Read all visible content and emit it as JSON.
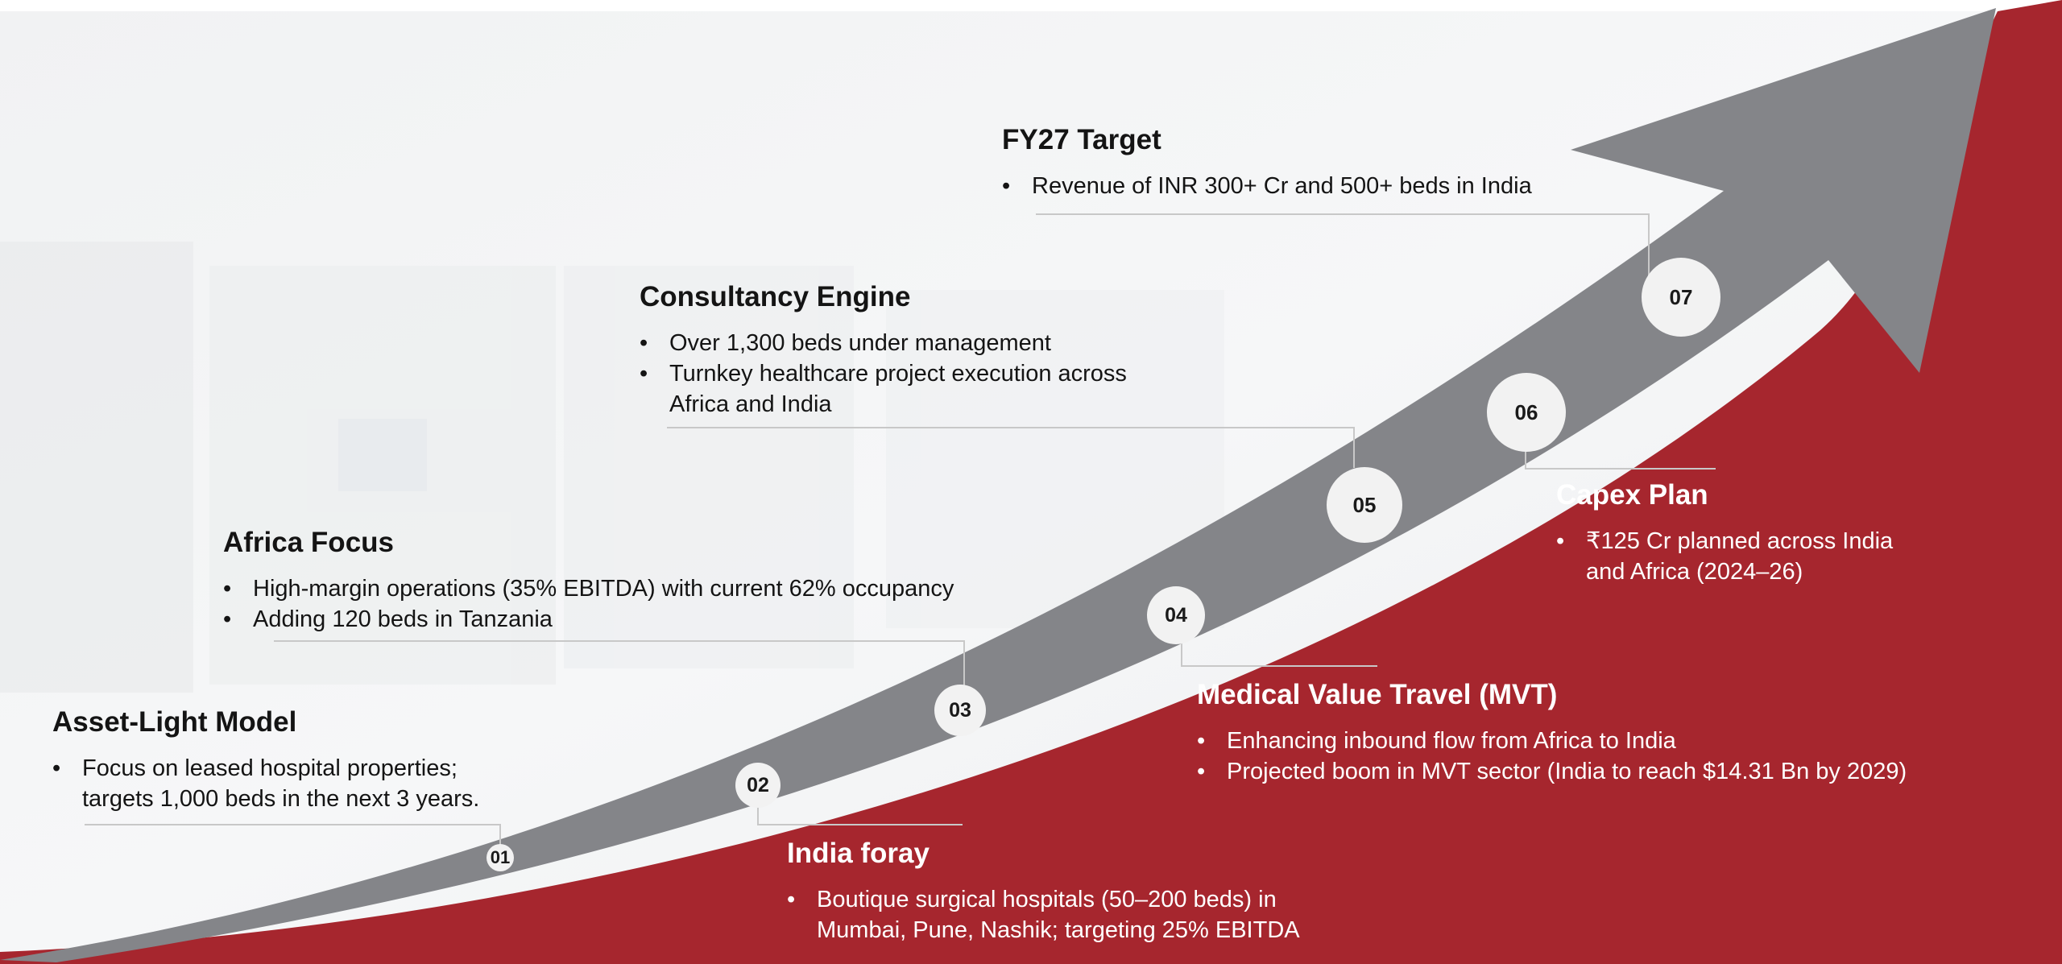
{
  "colors": {
    "red": "#a6262e",
    "arrow_gray": "#848589",
    "badge_fill": "#f2f2f2",
    "connector": "#c8c8c8"
  },
  "steps": [
    {
      "number": "01",
      "title": "Asset-Light Model",
      "bullets": [
        "Focus on leased hospital properties;\ntargets 1,000 beds in the next 3 years."
      ]
    },
    {
      "number": "02",
      "title": "India foray",
      "bullets": [
        "Boutique surgical hospitals (50–200 beds) in\nMumbai, Pune, Nashik; targeting 25% EBITDA"
      ]
    },
    {
      "number": "03",
      "title": "Africa Focus",
      "bullets": [
        "High-margin operations (35% EBITDA) with current 62% occupancy",
        "Adding 120 beds in Tanzania"
      ]
    },
    {
      "number": "04",
      "title": "Medical Value Travel (MVT)",
      "bullets": [
        "Enhancing inbound flow from Africa to India",
        "Projected boom in MVT sector (India to reach $14.31 Bn by 2029)"
      ]
    },
    {
      "number": "05",
      "title": "Consultancy Engine",
      "bullets": [
        "Over 1,300 beds under management",
        "Turnkey healthcare project execution across\nAfrica and India"
      ]
    },
    {
      "number": "06",
      "title": "Capex Plan",
      "bullets": [
        "₹125 Cr planned across India\nand Africa (2024–26)"
      ]
    },
    {
      "number": "07",
      "title": "FY27 Target",
      "bullets": [
        "Revenue of INR 300+ Cr and 500+ beds in India"
      ]
    }
  ]
}
